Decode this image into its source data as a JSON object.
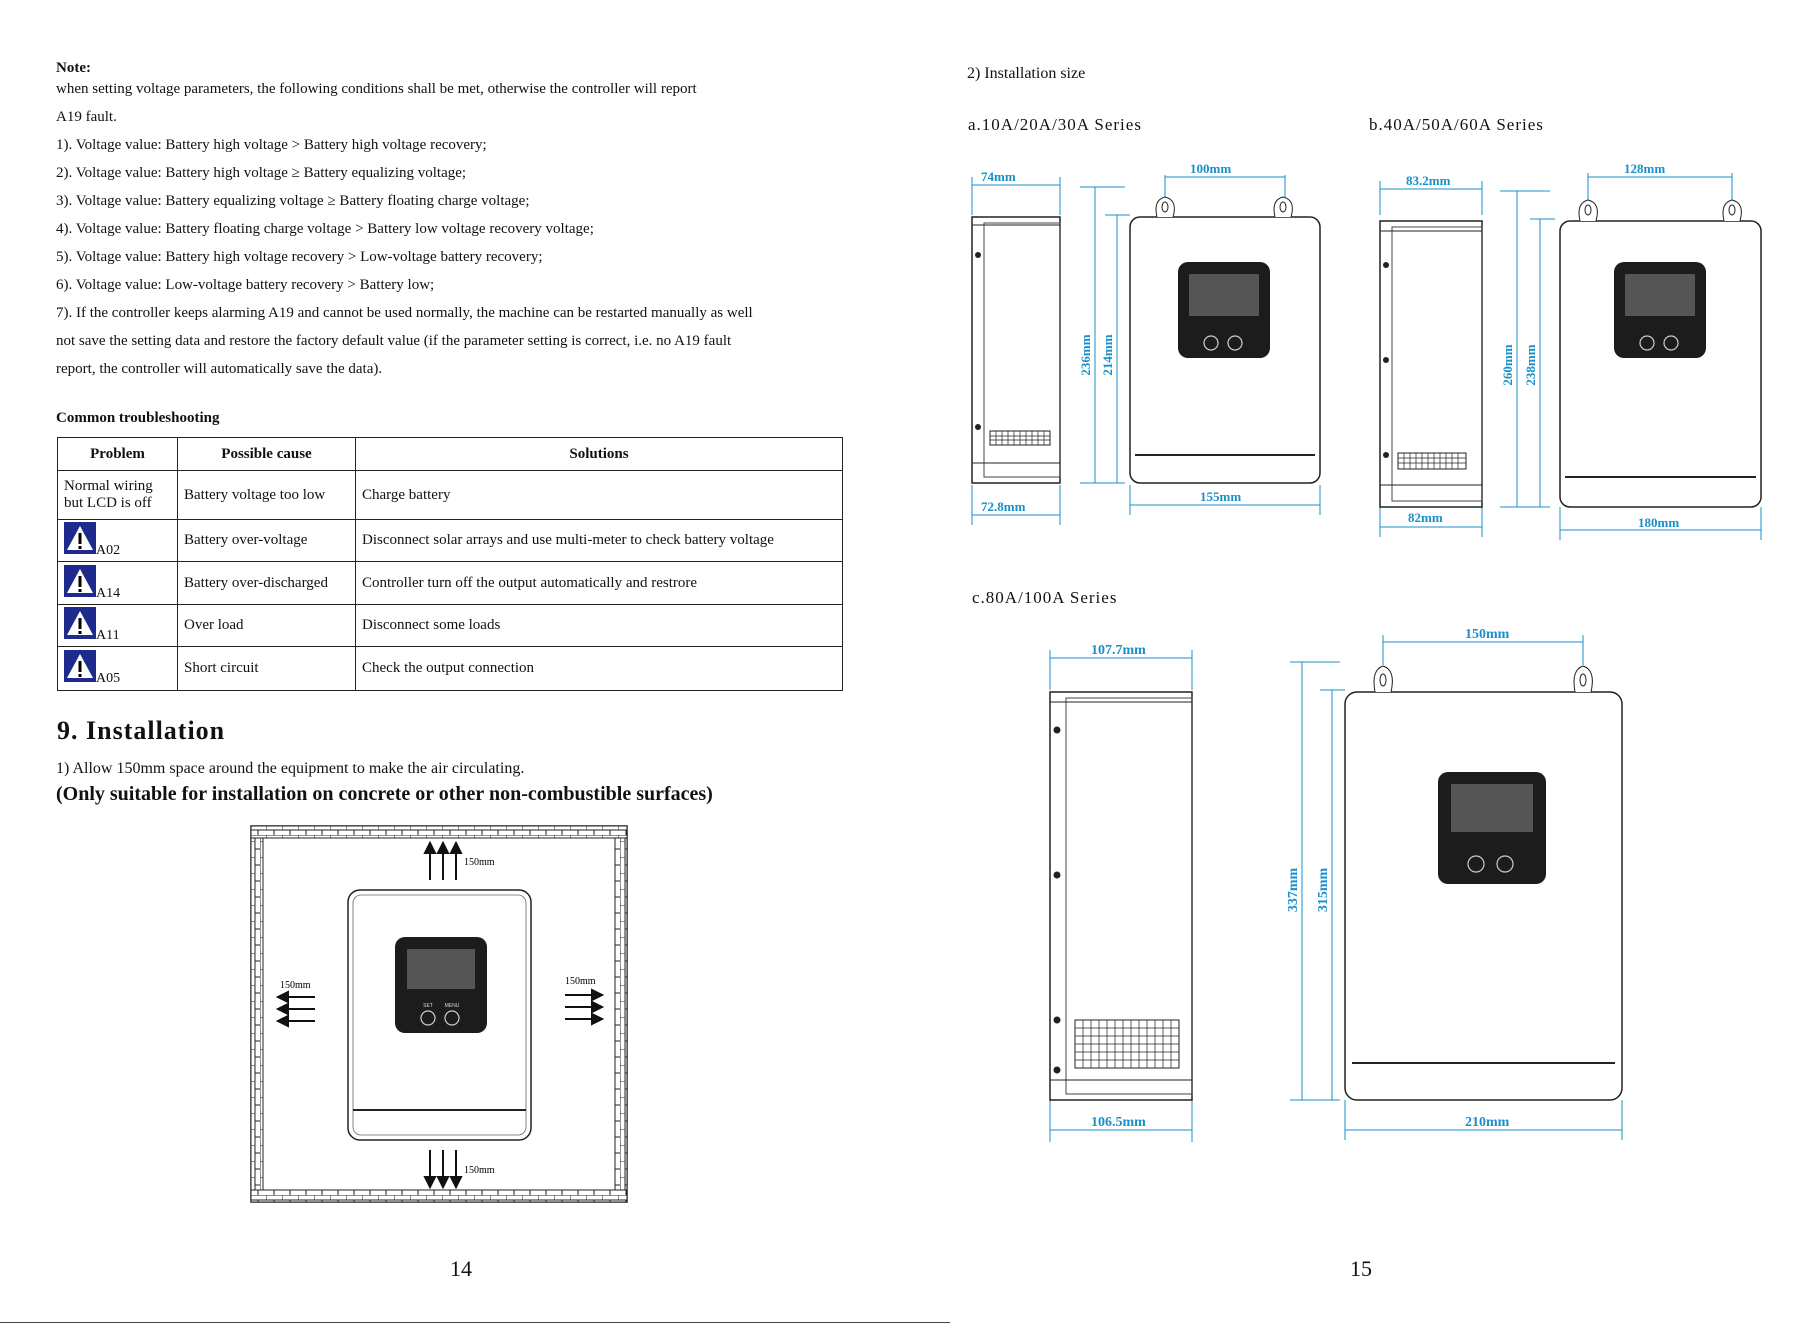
{
  "left": {
    "note_title": "Note:",
    "note_lines": [
      "when setting voltage parameters, the following conditions shall be met, otherwise the controller will report",
      "A19 fault.",
      "1). Voltage value: Battery high voltage > Battery high voltage recovery;",
      "2). Voltage value: Battery high voltage ≥ Battery equalizing voltage;",
      "3). Voltage value: Battery equalizing voltage ≥ Battery floating charge voltage;",
      "4). Voltage value: Battery floating charge voltage > Battery low voltage recovery voltage;",
      "5). Voltage value: Battery high voltage recovery > Low-voltage battery recovery;",
      "6). Voltage value: Low-voltage battery recovery > Battery low;",
      "7). If the controller keeps alarming A19 and cannot be used normally, the machine can be restarted manually as well",
      "not save the setting data and restore the factory default value (if the parameter setting is correct, i.e. no A19 fault",
      "report, the controller will automatically save the data)."
    ],
    "troubleshooting_title": "Common troubleshooting",
    "table": {
      "headers": [
        "Problem",
        "Possible cause",
        "Solutions"
      ],
      "rows": [
        {
          "problem": "Normal wiring but LCD is off",
          "cause": "Battery voltage too low",
          "solution": "Charge battery"
        },
        {
          "problem": "A02",
          "cause": "Battery over-voltage",
          "solution": "Disconnect solar arrays and use multi-meter to check battery voltage"
        },
        {
          "problem": "A14",
          "cause": "Battery over-discharged",
          "solution": "Controller turn off the output automatically and restrore"
        },
        {
          "problem": "A11",
          "cause": "Over load",
          "solution": "Disconnect some loads"
        },
        {
          "problem": "A05",
          "cause": "Short circuit",
          "solution": "Check the output connection"
        }
      ]
    },
    "install_heading": "9. Installation",
    "install_line1": "1) Allow 150mm space around the equipment to make the air circulating.",
    "install_line2": "(Only suitable for installation on concrete or other non-combustible surfaces)",
    "clearance": {
      "top": "150mm",
      "bottom": "150mm",
      "left": "150mm",
      "right": "150mm"
    },
    "panel": {
      "set": "SET",
      "menu": "MENU"
    },
    "page_number": "14"
  },
  "right": {
    "heading": "2) Installation size",
    "series_a": {
      "title": "a.10A/20A/30A Series",
      "dims": {
        "side_top": "74mm",
        "side_bottom": "72.8mm",
        "height_outer": "236mm",
        "height_inner": "214mm",
        "front_top": "100mm",
        "front_bottom": "155mm"
      }
    },
    "series_b": {
      "title": "b.40A/50A/60A Series",
      "dims": {
        "side_top": "83.2mm",
        "side_bottom": "82mm",
        "height_outer": "260mm",
        "height_inner": "238mm",
        "front_top": "128mm",
        "front_bottom": "180mm"
      }
    },
    "series_c": {
      "title": "c.80A/100A Series",
      "dims": {
        "side_top": "107.7mm",
        "side_bottom": "106.5mm",
        "height_outer": "337mm",
        "height_inner": "315mm",
        "front_top": "150mm",
        "front_bottom": "210mm"
      }
    },
    "page_number": "15"
  }
}
